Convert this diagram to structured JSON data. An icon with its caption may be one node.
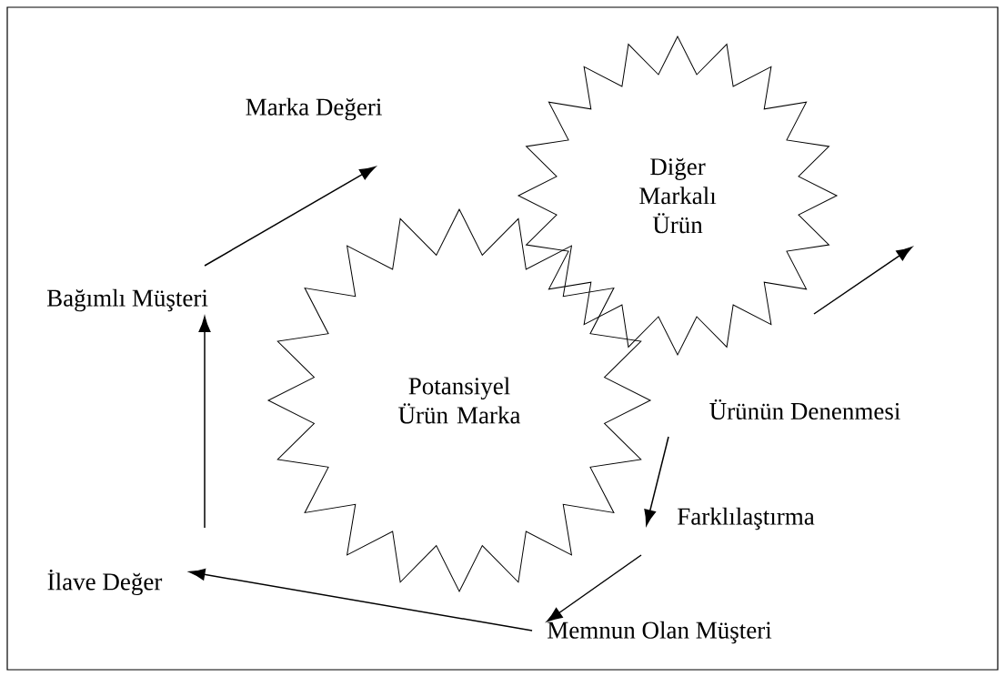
{
  "diagram": {
    "nodes": [
      {
        "text": [
          "Marka Değeri"
        ]
      },
      {
        "text": [
          "Diğer Markalı Ürün"
        ]
      },
      {
        "text": [
          "Bağımlı Müşteri"
        ]
      },
      {
        "text": [
          "Potansiyel Ürün Marka"
        ]
      },
      {
        "text": [
          "Ürünün Denenmesi"
        ]
      },
      {
        "text": [
          "Farklılaştırma"
        ]
      },
      {
        "text": [
          "İlave Değer"
        ]
      },
      {
        "text": [
          "Memnun Olan Müşteri"
        ]
      }
    ],
    "edges": [
      {
        "from": 2,
        "to": 0,
        "arrow": "to"
      },
      {
        "from": 1,
        "to": null,
        "arrow": "to"
      },
      {
        "from": 4,
        "to": 5,
        "arrow": "to"
      },
      {
        "from": 5,
        "to": 7,
        "arrow": "to"
      },
      {
        "from": 7,
        "to": 6,
        "arrow": "to"
      },
      {
        "from": 6,
        "to": 2,
        "arrow": "to"
      }
    ]
  }
}
